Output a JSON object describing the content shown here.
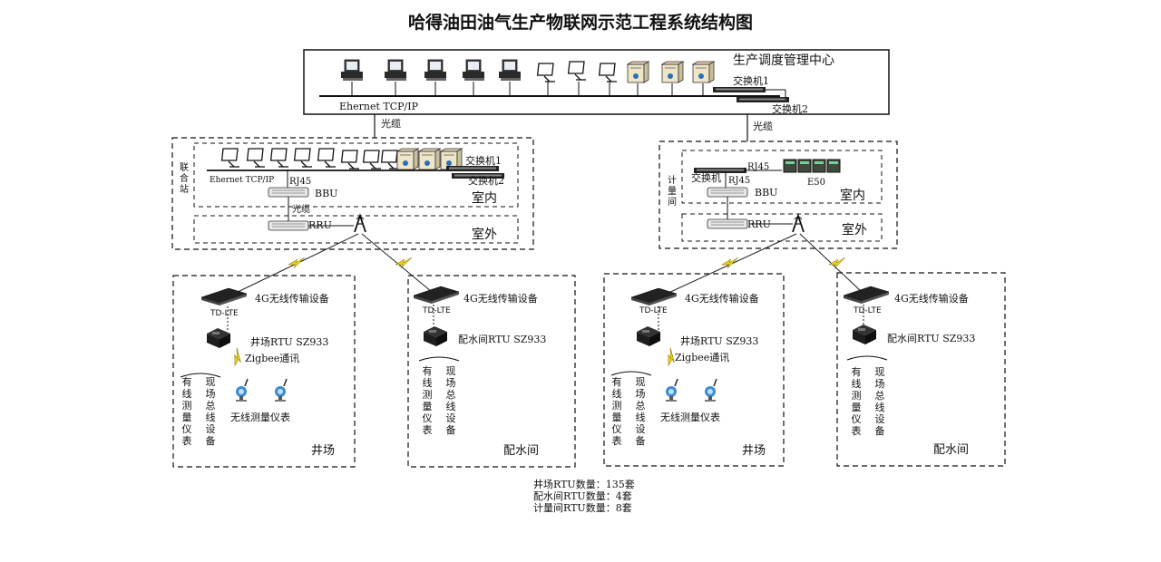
{
  "title": "哈得油田油气生产物联网示范工程系统结构图",
  "control_center": {
    "label": "生产调度管理中心",
    "switch1": "交换机1",
    "switch2": "交换机2",
    "ethernet": "Ehernet TCP/IP",
    "fiber": "光缆"
  },
  "joint_station": {
    "side_label": [
      "联",
      "合",
      "站"
    ],
    "switch1": "交换机1",
    "switch2": "交换机2",
    "ethernet": "Ehernet TCP/IP",
    "rj45": "RJ45",
    "bbu": "BBU",
    "fiber": "光缆",
    "rru": "RRU",
    "indoor": "室内",
    "outdoor": "室外"
  },
  "metering_station": {
    "side_label": [
      "计",
      "量",
      "间"
    ],
    "fiber": "光缆",
    "switch": "交换机",
    "rj45_top": "RJ45",
    "rj45": "RJ45",
    "e50": "E50",
    "bbu": "BBU",
    "rru": "RRU",
    "indoor": "室内",
    "outdoor": "室外"
  },
  "sites": [
    {
      "lte_device": "4G无线传输设备",
      "td_lte": "TD-LTE",
      "rtu": "井场RTU SZ933",
      "zigbee": "Zigbee通讯",
      "wired_col": [
        "有",
        "线",
        "测",
        "量",
        "仪",
        "表"
      ],
      "bus_col": [
        "现",
        "场",
        "总",
        "线",
        "设",
        "备"
      ],
      "wireless": "无线测量仪表",
      "site": "井场"
    },
    {
      "lte_device": "4G无线传输设备",
      "td_lte": "TD-LTE",
      "rtu": "配水间RTU SZ933",
      "wired_col": [
        "有",
        "线",
        "测",
        "量",
        "仪",
        "表"
      ],
      "bus_col": [
        "现",
        "场",
        "总",
        "线",
        "设",
        "备"
      ],
      "site": "配水间"
    },
    {
      "lte_device": "4G无线传输设备",
      "td_lte": "TD-LTE",
      "rtu": "井场RTU SZ933",
      "zigbee": "Zigbee通讯",
      "wired_col": [
        "有",
        "线",
        "测",
        "量",
        "仪",
        "表"
      ],
      "bus_col": [
        "现",
        "场",
        "总",
        "线",
        "设",
        "备"
      ],
      "wireless": "无线测量仪表",
      "site": "井场"
    },
    {
      "lte_device": "4G无线传输设备",
      "td_lte": "TD-LTE",
      "rtu": "配水间RTU SZ933",
      "wired_col": [
        "有",
        "线",
        "测",
        "量",
        "仪",
        "表"
      ],
      "bus_col": [
        "现",
        "场",
        "总",
        "线",
        "设",
        "备"
      ],
      "site": "配水间"
    }
  ],
  "totals": [
    "井场RTU数量：135套",
    "配水间RTU数量：4套",
    "计量间RTU数量：8套"
  ]
}
